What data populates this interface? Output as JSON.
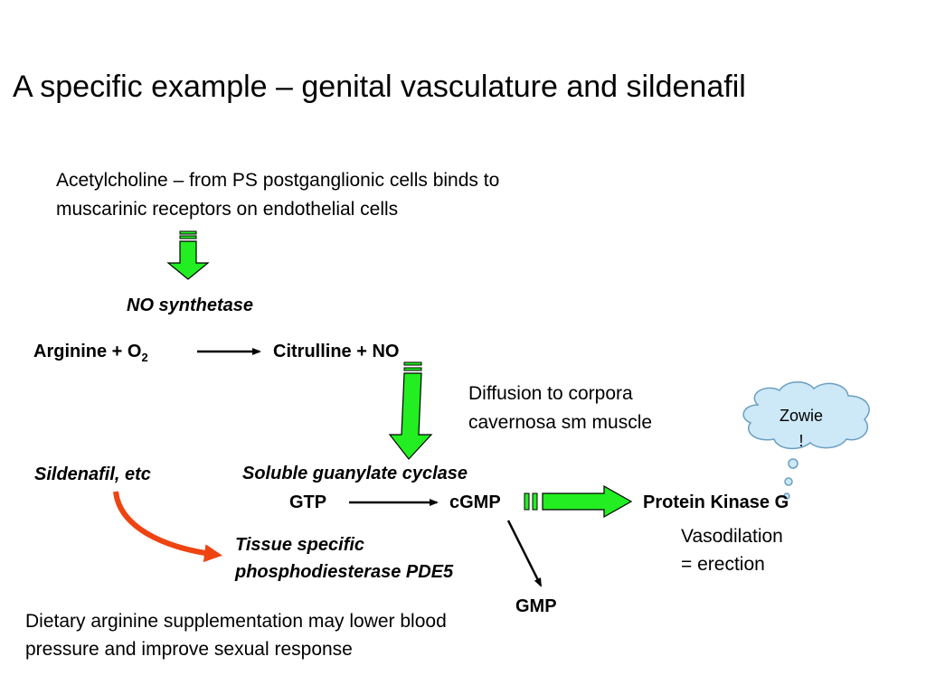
{
  "title": "A specific example – genital vasculature and sildenafil",
  "intro": "Acetylcholine – from PS postganglionic cells binds to muscarinic receptors on endothelial cells",
  "enzyme_nos": "NO synthetase",
  "reaction1": {
    "reactants_prefix": "Arginine + O",
    "reactants_subscript": "2",
    "products": "Citrulline + NO"
  },
  "diffusion": {
    "line1": "Diffusion to corpora",
    "line2": "cavernosa sm muscle"
  },
  "cloud": {
    "line1": "Zowie",
    "line2": "!"
  },
  "sildenafil": "Sildenafil, etc",
  "enzyme_sgc": "Soluble guanylate cyclase",
  "reaction2": {
    "substrate": "GTP",
    "product": "cGMP"
  },
  "pkg": "Protein Kinase G",
  "vasodilation": {
    "line1": "Vasodilation",
    "line2": "= erection"
  },
  "pde5": {
    "line1": "Tissue specific",
    "line2": "phosphodiesterase PDE5"
  },
  "gmp": "GMP",
  "dietary": "Dietary arginine supplementation may lower blood pressure and improve sexual response",
  "colors": {
    "green_arrow": "#22ee22",
    "red_arrow": "#ee4411",
    "cloud_fill": "#cde8f7",
    "cloud_stroke": "#6a9fc0"
  }
}
